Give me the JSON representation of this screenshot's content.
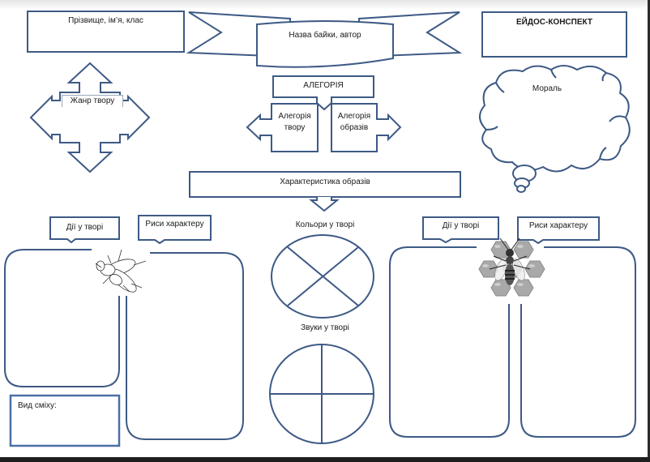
{
  "header": {
    "student_label": "Прізвище,  ім’я, клас",
    "fable_title_label": "Назва байки, автор",
    "worksheet_title": "ЕЙДОС-КОНСПЕКТ"
  },
  "genre": {
    "label": "Жанр твору"
  },
  "allegory": {
    "title": "АЛЕГОРІЯ",
    "work": [
      "Алегорія",
      "твору"
    ],
    "images": [
      "Алегорія",
      "образів"
    ]
  },
  "moral": {
    "label": "Мораль"
  },
  "characteristics": {
    "label": "Характеристика образів"
  },
  "left_character": {
    "image": "fly-illustration",
    "actions_label": "Дії у творі",
    "traits_label": "Риси характеру"
  },
  "right_character": {
    "image": "bee-on-honeycomb-illustration",
    "actions_label": "Дії у творі",
    "traits_label": "Риси характеру"
  },
  "colors": {
    "label": "Кольори у творі"
  },
  "sounds": {
    "label": "Звуки у творі"
  },
  "humor": {
    "label": "Вид сміху:"
  },
  "theme": {
    "stroke_color": "#3d5a85"
  }
}
